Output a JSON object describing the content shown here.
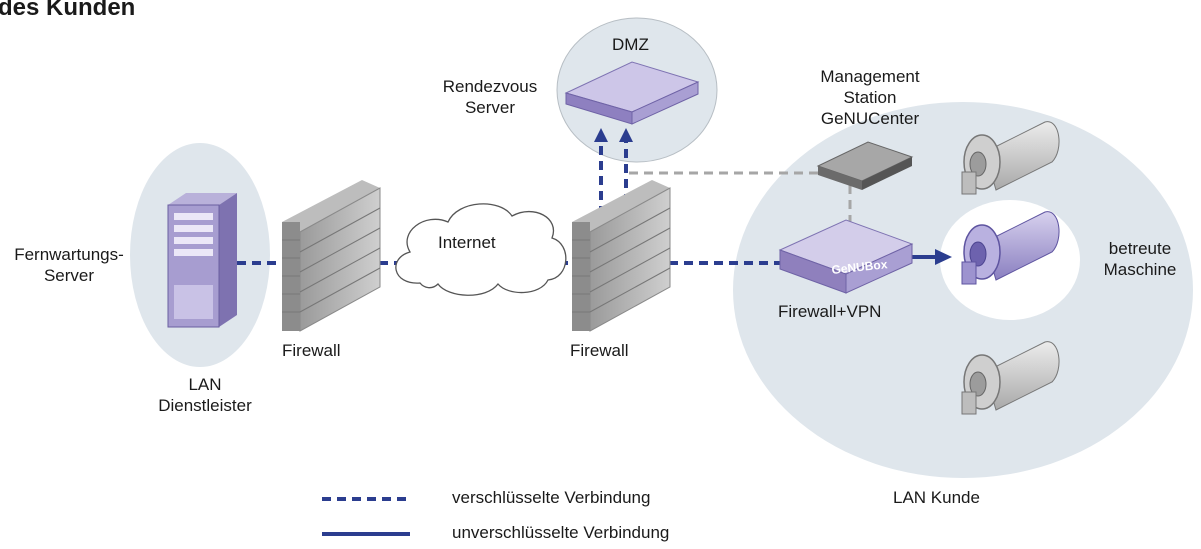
{
  "title": "des Kunden",
  "nodes": {
    "dmz": "DMZ",
    "rendezvous_line1": "Rendezvous",
    "rendezvous_line2": "Server",
    "management_line1": "Management",
    "management_line2": "Station",
    "management_line3": "GeNUCenter",
    "fernwartung_line1": "Fernwartungs-",
    "fernwartung_line2": "Server",
    "internet": "Internet",
    "firewall_left": "Firewall",
    "firewall_right": "Firewall",
    "lan_dienstleister_line1": "LAN",
    "lan_dienstleister_line2": "Dienstleister",
    "genubox": "GeNUBox",
    "firewall_vpn": "Firewall+VPN",
    "betreute_line1": "betreute",
    "betreute_line2": "Maschine",
    "lan_kunde": "LAN Kunde"
  },
  "legend": {
    "encrypted": "verschlüsselte Verbindung",
    "unencrypted": "unverschlüsselte Verbindung"
  },
  "colors": {
    "encrypted_line": "#2b3d8f",
    "unencrypted_line": "#2b3d8f",
    "management_link": "#a6a6a6",
    "zone_fill": "#dfe6ec",
    "device_purple": "#8f80bd",
    "machine_gray": "#cfcfcf"
  }
}
